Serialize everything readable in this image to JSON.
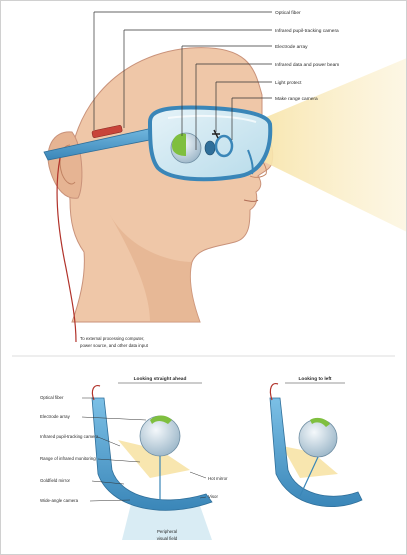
{
  "top_callouts": [
    "Optical fiber",
    "Infrared pupil-tracking camera",
    "Electrode array",
    "Infrared data and power beam",
    "Light protect",
    "Make range camera"
  ],
  "bottom_note": {
    "line1": "To external processing computer,",
    "line2": "power source, and other data input"
  },
  "panel_titles": {
    "left": "Looking straight ahead",
    "right": "Looking to left"
  },
  "lower_labels": [
    "Optical fiber",
    "Electrode array",
    "Infrared pupil-tracking camera",
    "Range of infrared monitoring",
    "Goldfield mirror",
    "Wide-angle camera"
  ],
  "side_labels": {
    "hot_mirror": "Hot mirror",
    "visor": "Visor"
  },
  "visual_field": {
    "line1": "Peripheral",
    "line2": "visual field"
  },
  "colors": {
    "skin": "#efc7a8",
    "skin_shadow": "#e0ab87",
    "glasses_frame": "#4b9fce",
    "lens": "#cfe7f1",
    "beam": "#f7e3a6",
    "eyeball": "#c9d9e5",
    "electrode_green": "#7fbf3f",
    "wire_red": "#b1322a",
    "callout_line": "#333333"
  }
}
